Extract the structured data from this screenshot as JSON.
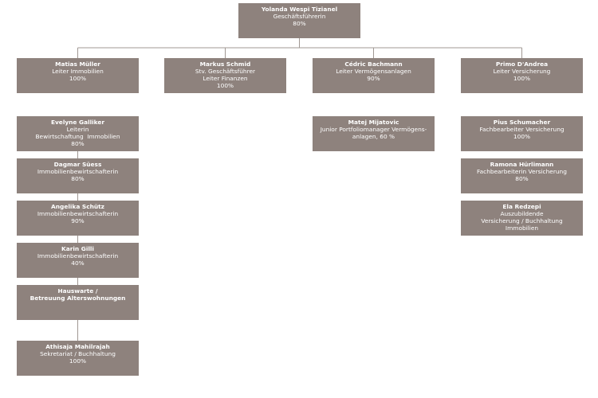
{
  "org": {
    "top": {
      "name": "Yolanda Wespi Tizianel",
      "lines": [
        "Geschäftsführerin",
        "80%"
      ]
    },
    "divisions": [
      {
        "name": "Matias Müller",
        "lines": [
          "Leiter Immobilien",
          "100%"
        ],
        "staff": [
          {
            "name": "Evelyne Galliker",
            "lines": [
              "Leiterin",
              "Bewirtschaftung  Immobilien",
              "80%"
            ]
          },
          {
            "name": "Dagmar Süess",
            "lines": [
              "Immobilienbewirtschafterin",
              "80%"
            ]
          },
          {
            "name": "Angelika Schütz",
            "lines": [
              "Immobilienbewirtschafterin",
              "90%"
            ]
          },
          {
            "name": "Karin Gilli",
            "lines": [
              "Immobilienbewirtschafterin",
              "40%"
            ]
          },
          {
            "name": "Hauswarte /",
            "lines": [
              "Betreuung Alterswohnungen"
            ],
            "bold_lines": true
          },
          {
            "name": "Athisaja Mahilrajah",
            "lines": [
              "Sekretariat / Buchhaltung",
              "100%"
            ]
          }
        ]
      },
      {
        "name": "Markus Schmid",
        "lines": [
          "Stv. Geschäftsführer",
          "Leiter Finanzen",
          "100%"
        ],
        "staff": []
      },
      {
        "name": "Cédric Bachmann",
        "lines": [
          "Leiter Vermögensanlagen",
          "90%"
        ],
        "staff": [
          {
            "name": "Matej Mijatovic",
            "lines": [
              "Junior Portfoliomanager Vermögens-",
              "anlagen, 60 %"
            ]
          }
        ]
      },
      {
        "name": "Primo D'Andrea",
        "lines": [
          "Leiter Versicherung",
          "100%"
        ],
        "staff": [
          {
            "name": "Pius Schumacher",
            "lines": [
              "Fachbearbeiter Versicherung",
              "100%"
            ]
          },
          {
            "name": "Ramona Hürlimann",
            "lines": [
              "Fachbearbeiterin Versicherung",
              "80%"
            ]
          },
          {
            "name": "Ela Redzepi",
            "lines": [
              "Auszubildende",
              "Versicherung / Buchhaltung",
              "Immobilien"
            ]
          }
        ]
      }
    ]
  }
}
